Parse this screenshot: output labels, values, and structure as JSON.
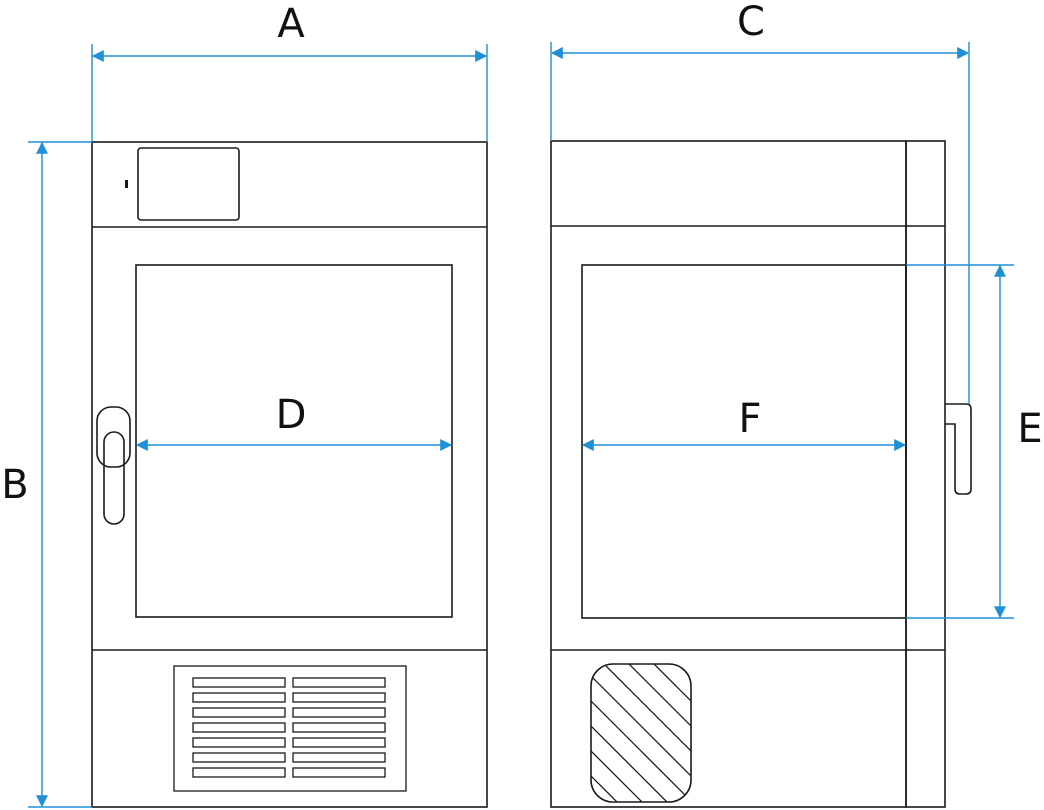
{
  "labels": {
    "A": "A",
    "B": "B",
    "C": "C",
    "D": "D",
    "E": "E",
    "F": "F"
  },
  "colors": {
    "outline": "#1a1a1a",
    "dimension": "#1f8fd6",
    "background": "#ffffff"
  },
  "icons": {
    "front_vent": "vent-grille-icon",
    "side_vent": "hatched-vent-icon",
    "front_handle": "door-handle-icon",
    "side_handle": "side-handle-icon",
    "control_panel": "display-panel-icon"
  }
}
